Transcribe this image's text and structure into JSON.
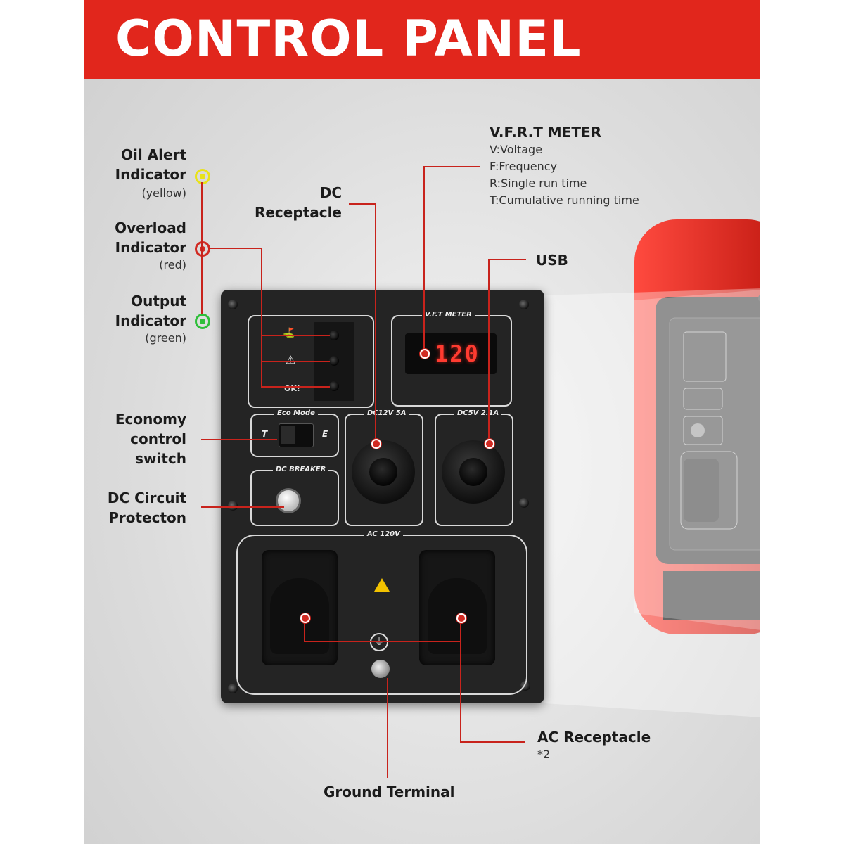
{
  "header": {
    "title": "CONTROL PANEL"
  },
  "labels": {
    "oil_alert": {
      "line1": "Oil Alert",
      "line2": "Indicator",
      "note": "(yellow)"
    },
    "overload": {
      "line1": "Overload",
      "line2": "Indicator",
      "note": "(red)"
    },
    "output": {
      "line1": "Output",
      "line2": "Indicator",
      "note": "(green)"
    },
    "economy": {
      "line1": "Economy",
      "line2": "control",
      "line3": "switch"
    },
    "dc_circuit": {
      "line1": "DC Circuit",
      "line2": "Protecton"
    },
    "dc_receptacle": {
      "line1": "DC",
      "line2": "Receptacle"
    },
    "vfrt": {
      "title": "V.F.R.T METER",
      "items": [
        "V:Voltage",
        "F:Frequency",
        "R:Single run time",
        "T:Cumulative running time"
      ]
    },
    "usb": "USB",
    "ac_receptacle": {
      "line1": "AC Receptacle",
      "note": "*2"
    },
    "ground": "Ground Terminal"
  },
  "panel": {
    "meter_title": "V.F.T METER",
    "meter_reading": "120",
    "eco_mode": "Eco Mode",
    "switch_t": "T",
    "switch_e": "E",
    "dc_breaker": "DC BREAKER",
    "dc_out1": "DC12V 5A",
    "dc_out2": "DC5V 2.1A",
    "ac_label": "AC 120V",
    "ok": "OK!"
  },
  "colors": {
    "accent": "#e1261c",
    "yellow": "#e8e21a",
    "red": "#d12a22",
    "green": "#2fbf3a"
  }
}
